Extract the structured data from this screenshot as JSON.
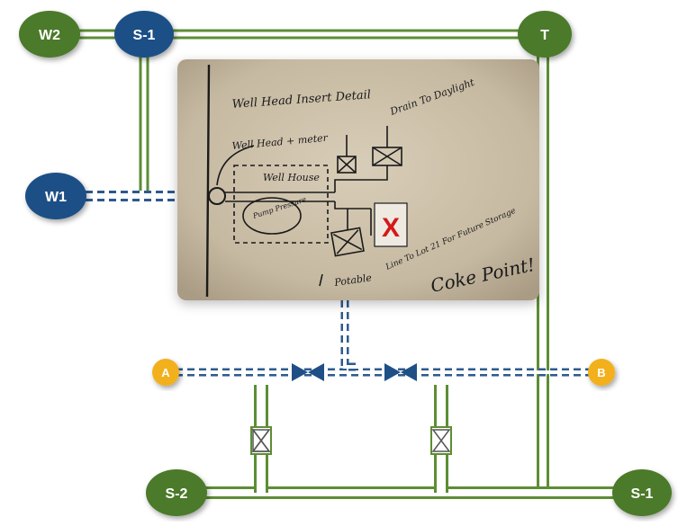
{
  "nodes": {
    "w2": "W2",
    "s1_top": "S-1",
    "t": "T",
    "w1": "W1",
    "a": "A",
    "b": "B",
    "s2": "S-2",
    "s1_bottom": "S-1"
  },
  "photo": {
    "title": "Well Head Insert Detail",
    "drain": "Drain To Daylight",
    "wellhead_meter": "Well Head + meter",
    "well_house": "Well House",
    "house_scribble": "Pump Pressure",
    "x_mark": "X",
    "line_note": "Line To Lot 21 For Future Storage",
    "potable": "Potable",
    "coke_point": "Coke Point!"
  },
  "colors": {
    "green_node": "#4b7a2a",
    "blue_node": "#1f4f86",
    "amber_node": "#f2b01e",
    "pipe_green": "#5d8d34",
    "valve_blue": "#1f4f86",
    "photo_bg": "#cbbfa9",
    "x_red": "#d21a1a"
  }
}
